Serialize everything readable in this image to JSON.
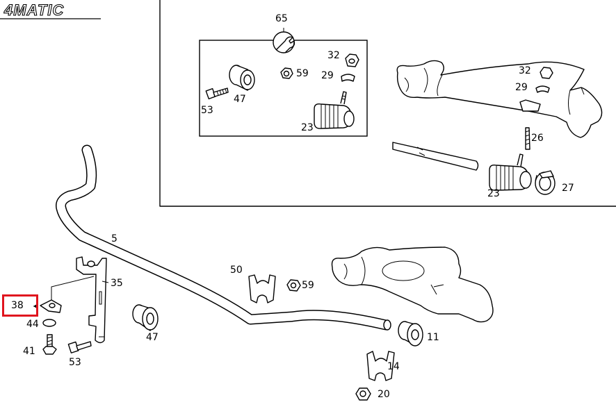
{
  "diagram": {
    "brand_logo": "4MATIC",
    "highlighted_part": "38",
    "callouts": {
      "p65": "65",
      "p32a": "32",
      "p59a": "59",
      "p29a": "29",
      "p47a": "47",
      "p53a": "53",
      "p23a": "23",
      "p32b": "32",
      "p29b": "29",
      "p26": "26",
      "p23b": "23",
      "p27": "27",
      "p5": "5",
      "p35": "35",
      "p38": "38",
      "p44": "44",
      "p41": "41",
      "p53b": "53",
      "p47b": "47",
      "p50": "50",
      "p59b": "59",
      "p11": "11",
      "p14": "14",
      "p20": "20"
    }
  }
}
